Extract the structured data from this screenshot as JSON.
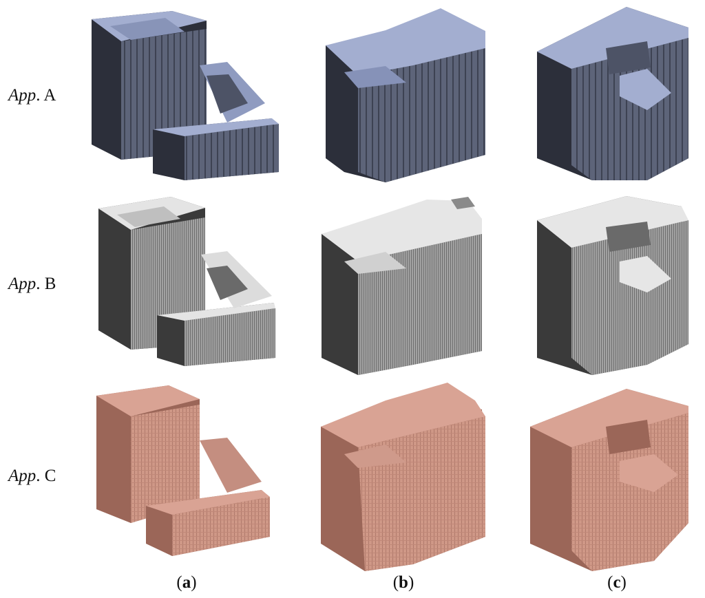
{
  "rows": [
    {
      "prefix": "App",
      "suffix": ". A"
    },
    {
      "prefix": "App",
      "suffix": ". B"
    },
    {
      "prefix": "App",
      "suffix": ". C"
    }
  ],
  "columns": [
    {
      "open": "(",
      "letter": "a",
      "close": ")"
    },
    {
      "open": "(",
      "letter": "b",
      "close": ")"
    },
    {
      "open": "(",
      "letter": "c",
      "close": ")"
    }
  ],
  "colors": {
    "appA_top": "#a3aed0",
    "appA_front": "#565d72",
    "appA_dark": "#2c2f3a",
    "appB_top": "#e4e4e4",
    "appB_front": "#8f8f8f",
    "appB_dark": "#3a3a3a",
    "appC_top": "#d9a394",
    "appC_front": "#c28778",
    "appC_dark": "#9b6658"
  }
}
